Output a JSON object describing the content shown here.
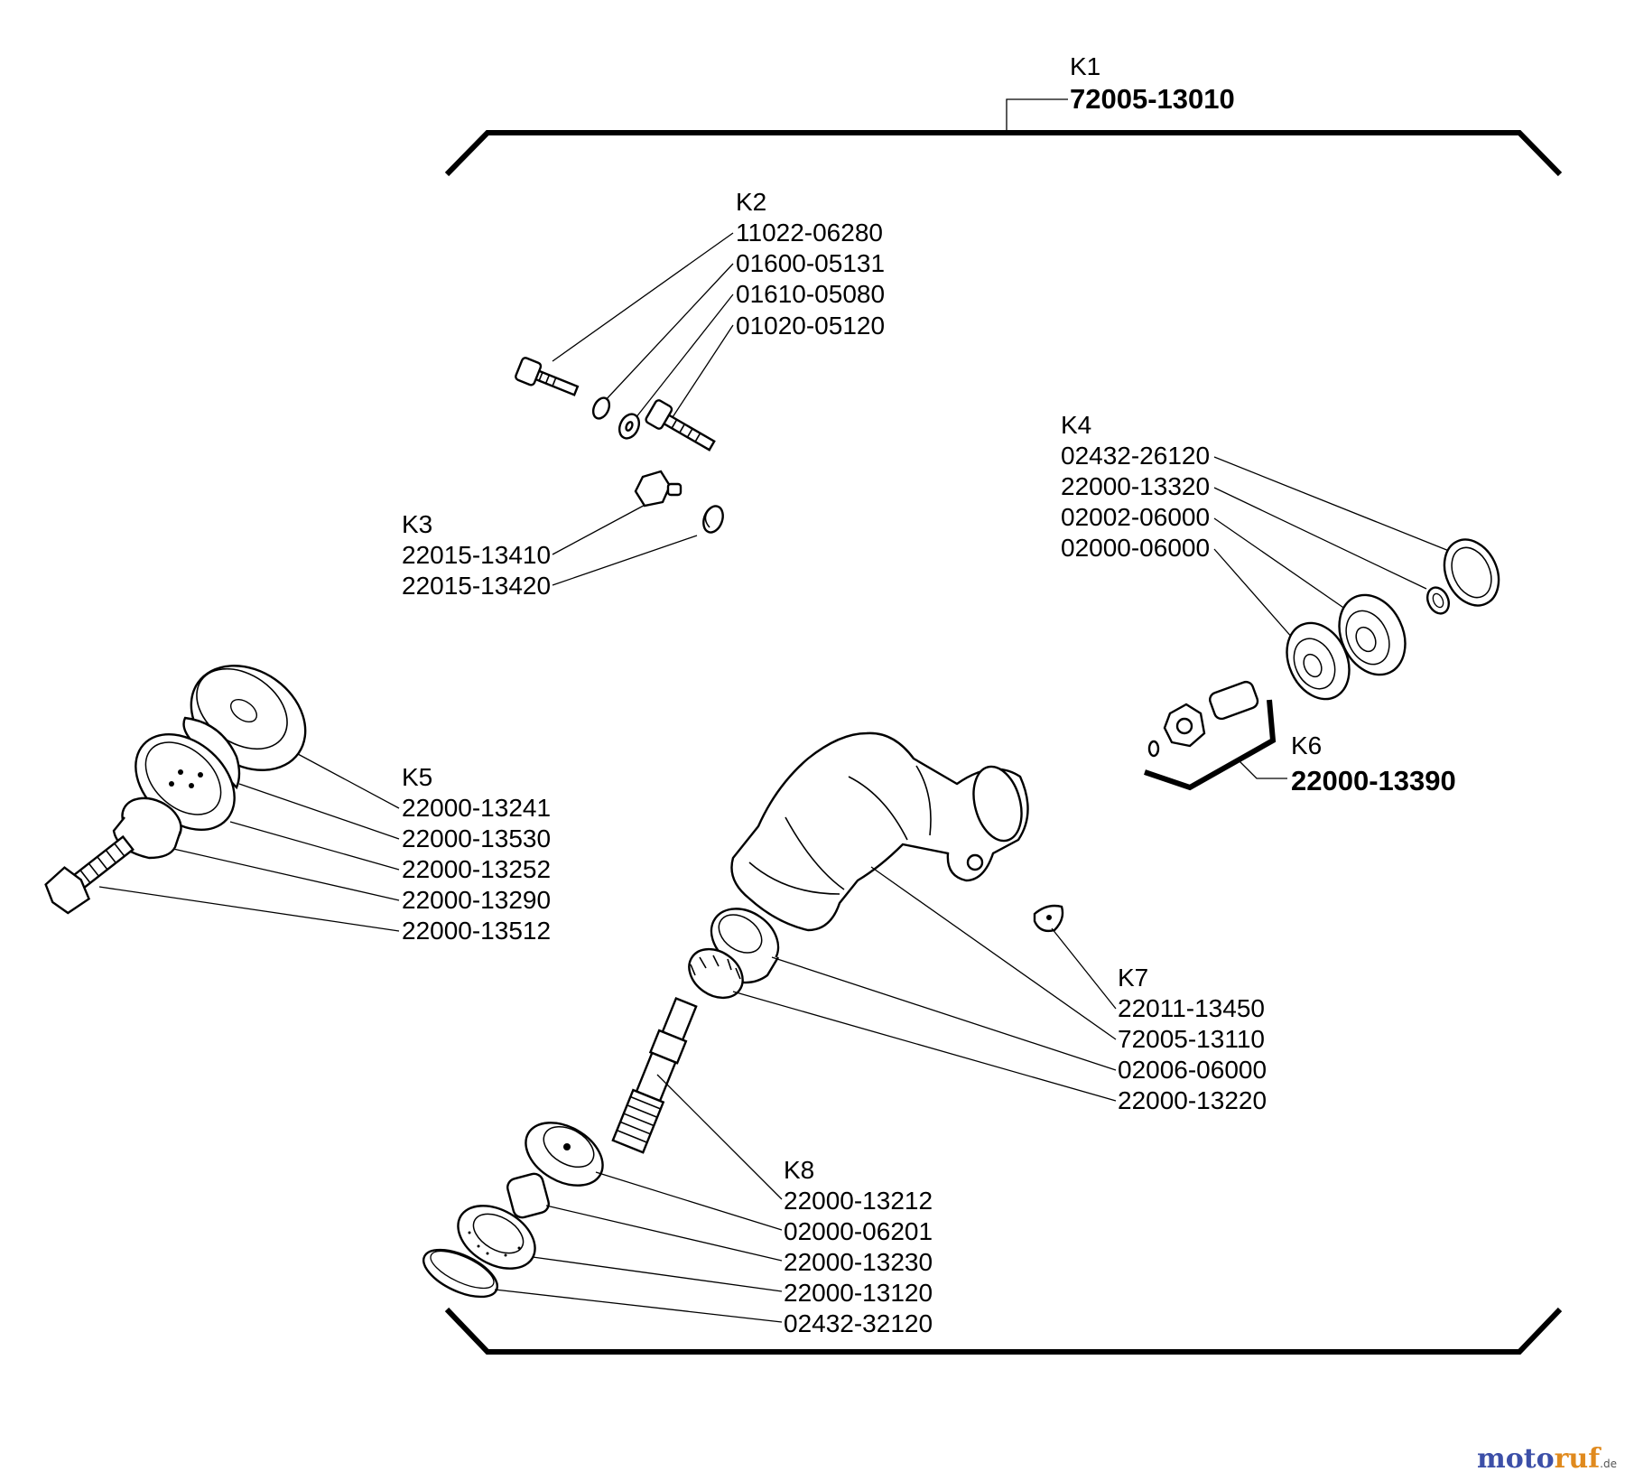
{
  "groups": {
    "k1": {
      "id": "K1",
      "parts": [
        "72005-13010"
      ]
    },
    "k2": {
      "id": "K2",
      "parts": [
        "11022-06280",
        "01600-05131",
        "01610-05080",
        "01020-05120"
      ]
    },
    "k3": {
      "id": "K3",
      "parts": [
        "22015-13410",
        "22015-13420"
      ]
    },
    "k4": {
      "id": "K4",
      "parts": [
        "02432-26120",
        "22000-13320",
        "02002-06000",
        "02000-06000"
      ]
    },
    "k5": {
      "id": "K5",
      "parts": [
        "22000-13241",
        "22000-13530",
        "22000-13252",
        "22000-13290",
        "22000-13512"
      ]
    },
    "k6": {
      "id": "K6",
      "parts": [
        "22000-13390"
      ]
    },
    "k7": {
      "id": "K7",
      "parts": [
        "22011-13450",
        "72005-13110",
        "02006-06000",
        "22000-13220"
      ]
    },
    "k8": {
      "id": "K8",
      "parts": [
        "22000-13212",
        "02000-06201",
        "22000-13230",
        "22000-13120",
        "02432-32120"
      ]
    }
  },
  "watermark": {
    "main": "moto",
    "accent": "ruf",
    "suffix": ".de"
  },
  "colors": {
    "watermark_blue": "#3c4fa8",
    "watermark_orange": "#e08a1e"
  }
}
